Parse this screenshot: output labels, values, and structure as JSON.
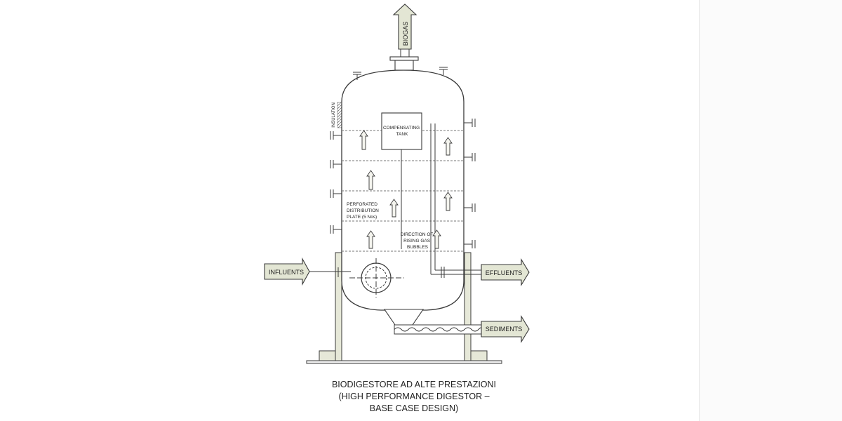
{
  "labels": {
    "biogas": "BIOGAS",
    "insulation": "INSULATION",
    "compensating_tank": [
      "COMPENSATING",
      "TANK"
    ],
    "perforated_plate": [
      "PERFORATED",
      "DISTRIBUTION",
      "PLATE (5 Nos)"
    ],
    "gas_direction": [
      "DIRECTION OF",
      "RISING GAS",
      "BUBBLES"
    ],
    "influents": "INFLUENTS",
    "effluents": "EFFLUENTS",
    "sediments": "SEDIMENTS"
  },
  "caption": {
    "line1": "BIODIGESTORE AD ALTE PRESTAZIONI",
    "line2": "(HIGH PERFORMANCE DIGESTOR –",
    "line3": "BASE CASE DESIGN)"
  },
  "colors": {
    "stroke": "#3a3a3a",
    "arrow_fill": "#e3e6d4",
    "support_fill": "#e6e8d8"
  }
}
